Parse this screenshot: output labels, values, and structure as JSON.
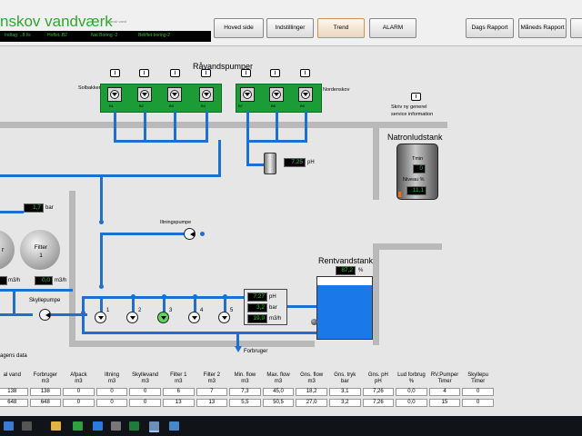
{
  "app": {
    "title": "nskov vandværk",
    "subtitle": "Dansk vand",
    "status": [
      "Indtag: ..8 l/s",
      "Hoftst..B2",
      "Nat Boring -2",
      "Beliftet boring-2"
    ]
  },
  "nav": {
    "home": "Hoved side",
    "settings": "Indstillinger",
    "trend": "Trend",
    "alarm": "ALARM",
    "daily_report": "Dags Rapport",
    "monthly_report": "Måneds Rapport"
  },
  "raw_pumps": {
    "title": "Råvandspumper",
    "left_label": "Solbakken",
    "right_label": "Nordenskov",
    "pump_ids": [
      "B1",
      "B2",
      "B3",
      "B4",
      "B7",
      "B8",
      "B9"
    ]
  },
  "service": {
    "line1": "Skriv ny generel",
    "line2": "service information"
  },
  "natron": {
    "title": "Natronludstank",
    "tmin_label": "Tmin",
    "tmin_value": "0",
    "level_label": "Niveau %",
    "level_value": "11,1",
    "level_fraction": 0.11
  },
  "process": {
    "ph_top": "7,25",
    "ph_unit": "pH",
    "pressure": "1,7",
    "pressure_unit": "bar",
    "aeration_pump": "Iltningspumpe",
    "filter_left_label": "r",
    "filter2_label": "Filter 1",
    "flow_left": "",
    "flow_right": "0,0",
    "flow_unit": "m3/h",
    "backwash_pump": "Skyllepumpe",
    "out_ph": "7,27",
    "out_bar": "3,2",
    "out_flow": "19,9",
    "pure_pumps": [
      "1",
      "2",
      "3",
      "4",
      "5"
    ],
    "consumer": "Forbruger"
  },
  "cleanwater": {
    "title": "Rentvandstank",
    "level": "87,2",
    "level_unit": "%",
    "level_fraction": 0.872
  },
  "table": {
    "title": "agens data",
    "headers": [
      [
        "al vand",
        ""
      ],
      [
        "Forbruger",
        "m3"
      ],
      [
        "Afpack",
        "m3"
      ],
      [
        "Iltning",
        "m3"
      ],
      [
        "Skyllevand",
        "m3"
      ],
      [
        "Filter 1",
        "m3"
      ],
      [
        "Filter 2",
        "m3"
      ],
      [
        "Min. flow",
        "m3"
      ],
      [
        "Max. flow",
        "m3"
      ],
      [
        "Gns. flow",
        "m3"
      ],
      [
        "Gns. tryk",
        "bar"
      ],
      [
        "Gns. pH",
        "pH"
      ],
      [
        "Lud forbrug",
        "%"
      ],
      [
        "RV.Pumper",
        "Timer"
      ],
      [
        "Skyllepu",
        "Timer"
      ]
    ],
    "row1": [
      "138",
      "138",
      "0",
      "0",
      "0",
      "6",
      "7",
      "7,3",
      "45,0",
      "18,2",
      "3,1",
      "7,26",
      "0,0",
      "4",
      "0"
    ],
    "row2": [
      "648",
      "648",
      "0",
      "0",
      "0",
      "13",
      "13",
      "5,5",
      "50,5",
      "27,0",
      "3,2",
      "7,26",
      "0,0",
      "15",
      "0"
    ]
  }
}
